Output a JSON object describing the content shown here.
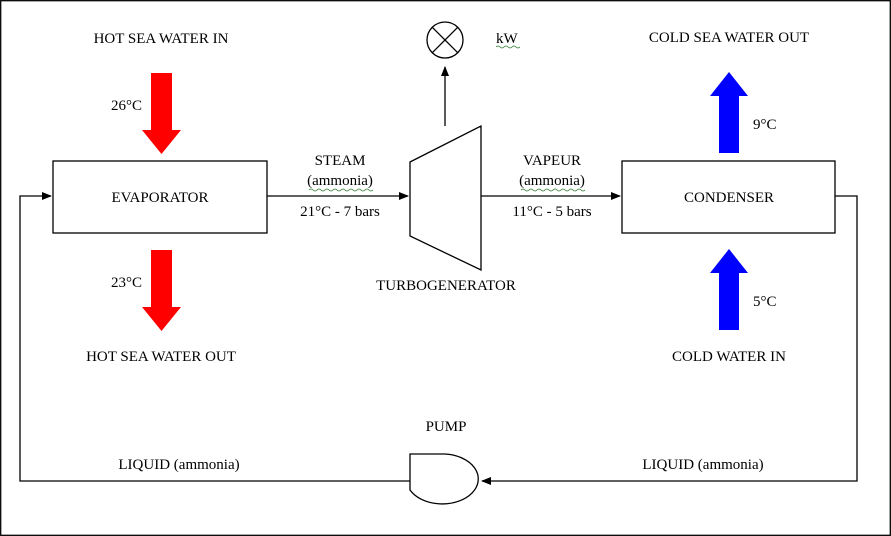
{
  "colors": {
    "hot": "#ff0000",
    "cold": "#0000ff",
    "line": "#000000",
    "spellcheck": "#2e7d32"
  },
  "labels": {
    "hot_in": "HOT SEA WATER IN",
    "hot_in_temp": "26°C",
    "hot_out": "HOT SEA WATER OUT",
    "hot_out_temp": "23°C",
    "evaporator": "EVAPORATOR",
    "steam": "STEAM",
    "steam_medium": "(ammonia)",
    "steam_state": "21°C - 7 bars",
    "turbogenerator": "TURBOGENERATOR",
    "power_unit": "kW",
    "vapeur": "VAPEUR",
    "vapeur_medium": "(ammonia)",
    "vapeur_state": "11°C - 5 bars",
    "condenser": "CONDENSER",
    "cold_out": "COLD SEA WATER OUT",
    "cold_out_temp": "9°C",
    "cold_in": "COLD WATER IN",
    "cold_in_temp": "5°C",
    "pump": "PUMP",
    "liquid_left": "LIQUID (ammonia)",
    "liquid_right": "LIQUID (ammonia)"
  },
  "icons": {
    "lamp": "lamp-icon",
    "turbine": "turbine-icon",
    "pump": "pump-icon",
    "hot_arrow": "arrow-down-icon",
    "cold_arrow": "arrow-up-icon"
  }
}
